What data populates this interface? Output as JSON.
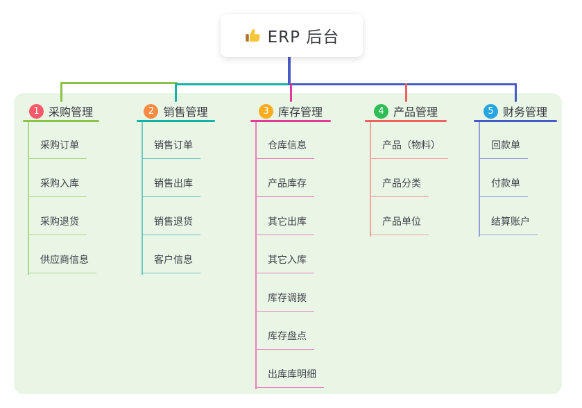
{
  "root": {
    "label": "ERP 后台",
    "icon": "thumbs-up-icon"
  },
  "branches": [
    {
      "num": "1",
      "title": "采购管理",
      "children": [
        "采购订单",
        "采购入库",
        "采购退货",
        "供应商信息"
      ],
      "badge_color": "#f7596b",
      "line_color": "#8bc34a",
      "child_line_color": "#afd786"
    },
    {
      "num": "2",
      "title": "销售管理",
      "children": [
        "销售订单",
        "销售出库",
        "销售退货",
        "客户信息"
      ],
      "badge_color": "#f88c44",
      "line_color": "#13b2a7",
      "child_line_color": "#6fc9c2"
    },
    {
      "num": "3",
      "title": "库存管理",
      "children": [
        "仓库信息",
        "产品库存",
        "其它出库",
        "其它入库",
        "库存调拨",
        "库存盘点",
        "出库库明细"
      ],
      "badge_color": "#ffad1e",
      "line_color": "#e23a97",
      "child_line_color": "#ef7ebc"
    },
    {
      "num": "4",
      "title": "产品管理",
      "children": [
        "产品（物料）",
        "产品分类",
        "产品单位"
      ],
      "badge_color": "#2fbd55",
      "line_color": "#f2605e",
      "child_line_color": "#f7a3a2"
    },
    {
      "num": "5",
      "title": "财务管理",
      "children": [
        "回款单",
        "付款单",
        "结算账户"
      ],
      "badge_color": "#27a5e0",
      "line_color": "#4559c8",
      "child_line_color": "#93a0dc"
    }
  ],
  "colors": {
    "panel_bg": "#e9f5e5",
    "root_line": "#4a5ac7",
    "text": "#3f434a",
    "thumb_hand": "#f8c63b",
    "thumb_cuff": "#b1762e"
  }
}
